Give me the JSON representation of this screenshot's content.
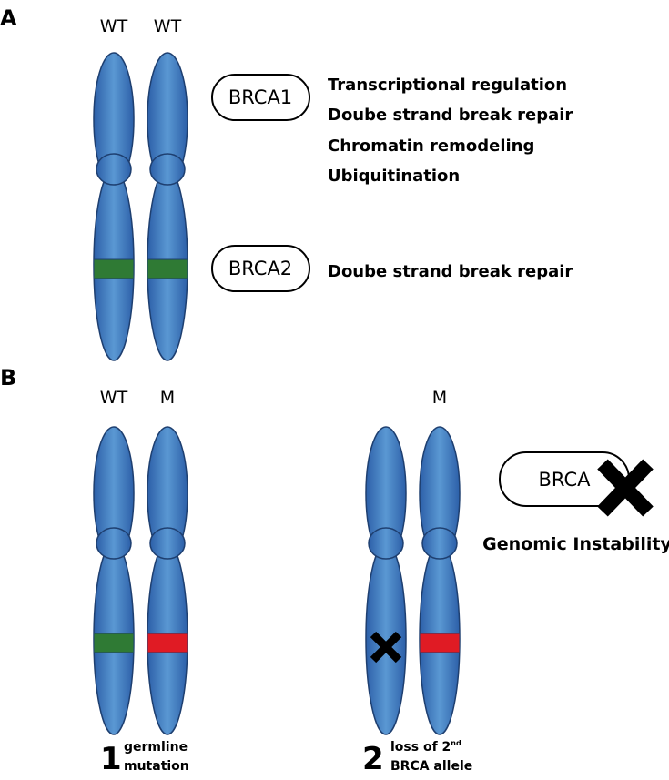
{
  "panel_a": {
    "letter": "A",
    "chromosome_labels": [
      "WT",
      "WT"
    ],
    "brca1": {
      "label": "BRCA1",
      "functions": [
        "Transcriptional regulation",
        "Doube strand break repair",
        "Chromatin remodeling",
        "Ubiquitination"
      ]
    },
    "brca2": {
      "label": "BRCA2",
      "functions": [
        "Doube strand break repair"
      ]
    }
  },
  "panel_b": {
    "letter": "B",
    "left_labels": [
      "WT",
      "M"
    ],
    "right_labels": [
      "M"
    ],
    "step1": {
      "number": "1",
      "line1": "germline",
      "line2": "mutation"
    },
    "step2": {
      "number": "2",
      "line1_pre": "loss of 2",
      "line1_sup": "nd",
      "line2": "BRCA allele"
    },
    "brca_pill": {
      "label": "BRCA"
    },
    "outcome": "Genomic Instability"
  },
  "colors": {
    "chromosome_fill": "#3a74c0",
    "chromosome_highlight": "#5b9ad4",
    "chromosome_stroke": "#1e3f70",
    "wild_type_band": "#2f7a34",
    "mutant_band": "#e01b24",
    "cross": "#000000"
  }
}
